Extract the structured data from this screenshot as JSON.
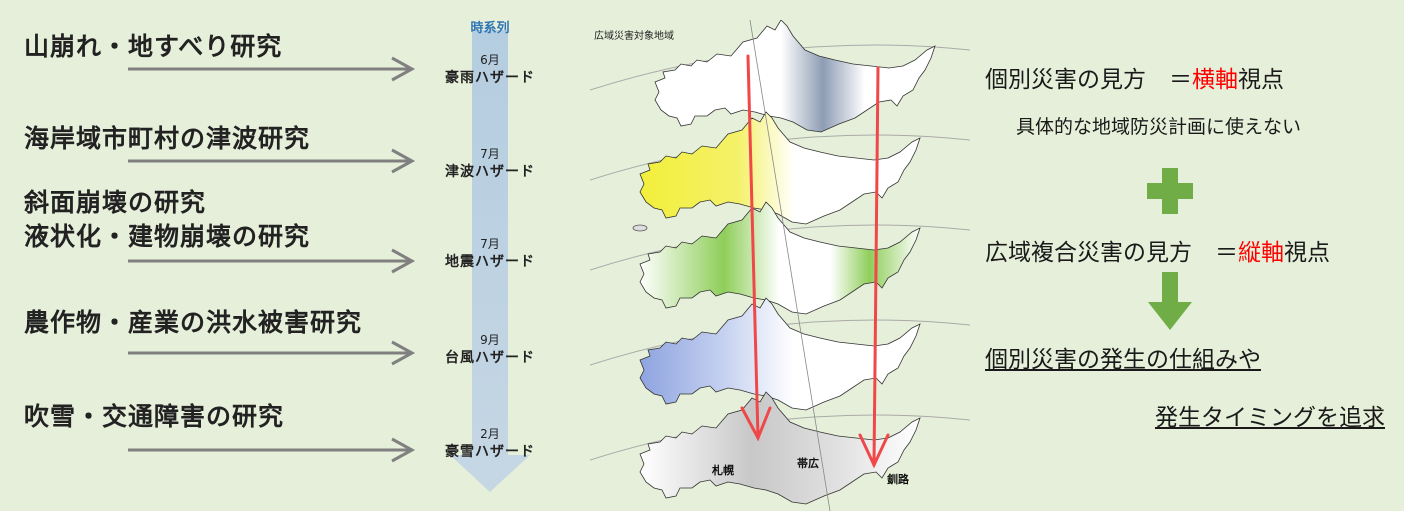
{
  "research_topics": [
    {
      "lines": [
        "山崩れ・地すべり研究"
      ]
    },
    {
      "lines": [
        "海岸域市町村の津波研究"
      ]
    },
    {
      "lines": [
        "斜面崩壊の研究",
        "液状化・建物崩壊の研究"
      ]
    },
    {
      "lines": [
        "農作物・産業の洪水被害研究"
      ]
    },
    {
      "lines": [
        "吹雪・交通障害の研究"
      ]
    }
  ],
  "timeline": {
    "title": "時系列",
    "hazards": [
      {
        "month": "6月",
        "name": "豪雨ハザード"
      },
      {
        "month": "7月",
        "name": "津波ハザード"
      },
      {
        "month": "7月",
        "name": "地震ハザード"
      },
      {
        "month": "9月",
        "name": "台風ハザード"
      },
      {
        "month": "2月",
        "name": "豪雪ハザード"
      }
    ]
  },
  "map": {
    "label": "広域災害対象地域",
    "layer_colors": [
      "#aab6c8",
      "#f2ef3a",
      "#8fce5a",
      "#8ea4e0",
      "#c8c8c8"
    ],
    "cities": [
      "札幌",
      "帯広",
      "釧路"
    ]
  },
  "individual_view": {
    "prefix": "個別災害の見方　＝",
    "highlight": "横軸",
    "suffix": "視点",
    "note": "具体的な地域防災計画に使えない"
  },
  "wide_view": {
    "prefix": "広域複合災害の見方　＝",
    "highlight": "縦軸",
    "suffix": "視点"
  },
  "conclusion": {
    "line1": "個別災害の発生の仕組みや",
    "line2": "発生タイミングを追求"
  },
  "colors": {
    "background": "#e6efd9",
    "arrow_gray": "#808080",
    "timeline_arrow": "#b9cfe0",
    "plus_green": "#70ad47",
    "red_arrow": "#f04848",
    "highlight_red": "#ff0000",
    "timeline_title": "#2e75b6"
  }
}
